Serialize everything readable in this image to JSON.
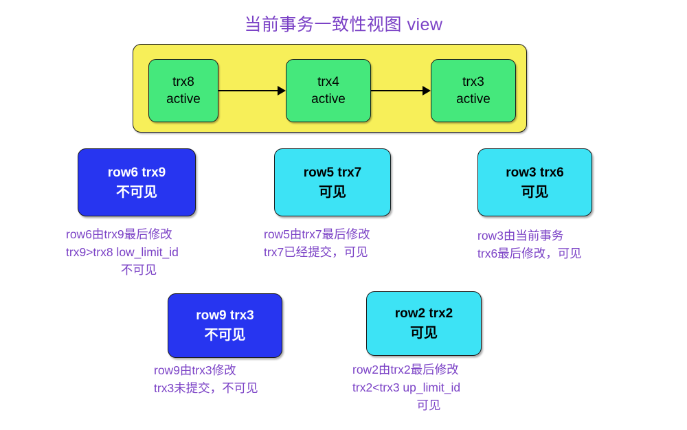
{
  "page": {
    "title": "当前事务一致性视图 view",
    "colors": {
      "title_purple": "#7b42c6",
      "view_container_yellow": "#f7ef59",
      "trx_green": "#45e87c",
      "row_invisible_blue": "#2735f0",
      "row_visible_cyan": "#3de3f5",
      "caption_purple": "#7b42c6",
      "border_black": "#1b1b1b"
    }
  },
  "view": {
    "transactions": [
      {
        "id": "trx8",
        "state": "active"
      },
      {
        "id": "trx4",
        "state": "active"
      },
      {
        "id": "trx3",
        "state": "active"
      }
    ],
    "arrows": [
      {
        "from": "trx8",
        "to": "trx4"
      },
      {
        "from": "trx4",
        "to": "trx3"
      }
    ]
  },
  "rows": [
    {
      "title": "row6 trx9",
      "visibility": "不可见",
      "visible": false,
      "caption": [
        "row6由trx9最后修改",
        "trx9>trx8 low_limit_id",
        "不可见"
      ],
      "caption_align": [
        "left",
        "left",
        "center"
      ]
    },
    {
      "title": "row5 trx7",
      "visibility": "可见",
      "visible": true,
      "caption": [
        "row5由trx7最后修改",
        "trx7已经提交，可见"
      ],
      "caption_align": [
        "left",
        "left"
      ]
    },
    {
      "title": "row3 trx6",
      "visibility": "可见",
      "visible": true,
      "caption": [
        "row3由当前事务",
        "trx6最后修改，可见"
      ],
      "caption_align": [
        "left",
        "left"
      ]
    },
    {
      "title": "row9 trx3",
      "visibility": "不可见",
      "visible": false,
      "caption": [
        "row9由trx3修改",
        "trx3未提交，不可见"
      ],
      "caption_align": [
        "left",
        "left"
      ]
    },
    {
      "title": "row2 trx2",
      "visibility": "可见",
      "visible": true,
      "caption": [
        "row2由trx2最后修改",
        "trx2<trx3 up_limit_id",
        "可见"
      ],
      "caption_align": [
        "left",
        "left",
        "center"
      ]
    }
  ]
}
